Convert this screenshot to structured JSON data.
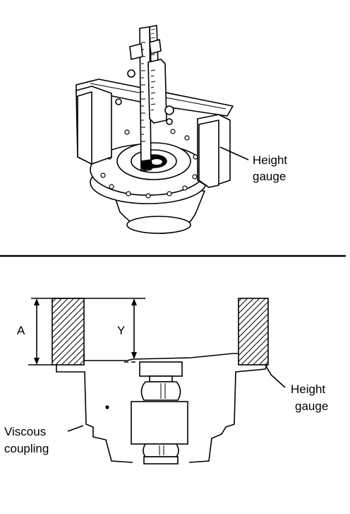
{
  "top_figure": {
    "label_height_gauge_line1": "Height",
    "label_height_gauge_line2": "gauge"
  },
  "bottom_figure": {
    "dim_a": "A",
    "dim_y": "Y",
    "label_height_gauge_line1": "Height",
    "label_height_gauge_line2": "gauge",
    "label_viscous_line1": "Viscous",
    "label_viscous_line2": "coupling"
  }
}
